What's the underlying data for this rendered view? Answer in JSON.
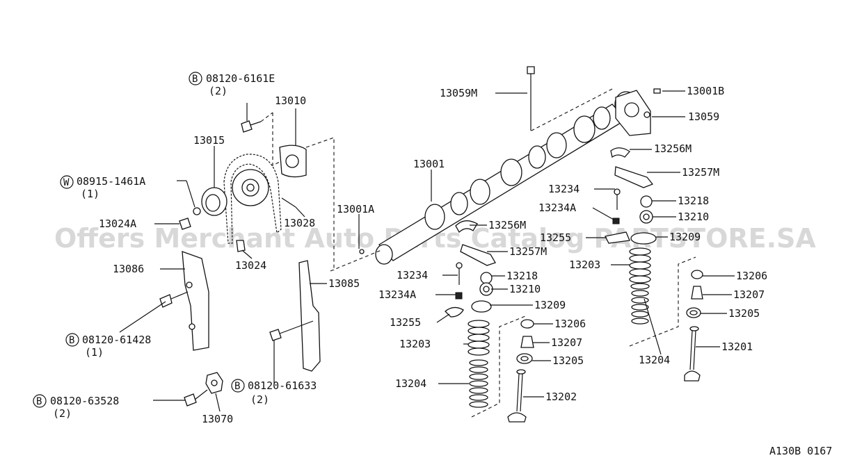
{
  "diagram": {
    "code": "A130B 0167",
    "watermark": "Offers Merchant Auto Parts Catalog PARTSTORE.SA",
    "labels": {
      "l13059M": "13059M",
      "l13001B": "13001B",
      "l13059": "13059",
      "l13256M_a": "13256M",
      "l13257M_a": "13257M",
      "l13234_a": "13234",
      "l13218_a": "13218",
      "l13234A_a": "13234A",
      "l13210_a": "13210",
      "l13255_a": "13255",
      "l13209_a": "13209",
      "l13203_a": "13203",
      "l13206_a": "13206",
      "l13207_a": "13207",
      "l13205_a": "13205",
      "l13201": "13201",
      "l13204_a": "13204",
      "l13001": "13001",
      "l13001A": "13001A",
      "l13256M_b": "13256M",
      "l13257M_b": "13257M",
      "l13234_b": "13234",
      "l13218_b": "13218",
      "l13234A_b": "13234A",
      "l13210_b": "13210",
      "l13255_b": "13255",
      "l13209_b": "13209",
      "l13206_b": "13206",
      "l13203_b": "13203",
      "l13207_b": "13207",
      "l13205_b": "13205",
      "l13204_b": "13204",
      "l13202": "13202",
      "l08120_6161E": "08120-6161E",
      "q2_a": "(2)",
      "l13010": "13010",
      "l13015": "13015",
      "l08915": "08915-1461A",
      "q1_a": "(1)",
      "l13028": "13028",
      "l13024A": "13024A",
      "l13024": "13024",
      "l13086": "13086",
      "l13085": "13085",
      "l08120_61428": "08120-61428",
      "q1_b": "(1)",
      "l08120_61633": "08120-61633",
      "q2_b": "(2)",
      "l08120_63528": "08120-63528",
      "q2_c": "(2)",
      "l13070": "13070",
      "badgeB": "B",
      "badgeW": "W"
    }
  }
}
